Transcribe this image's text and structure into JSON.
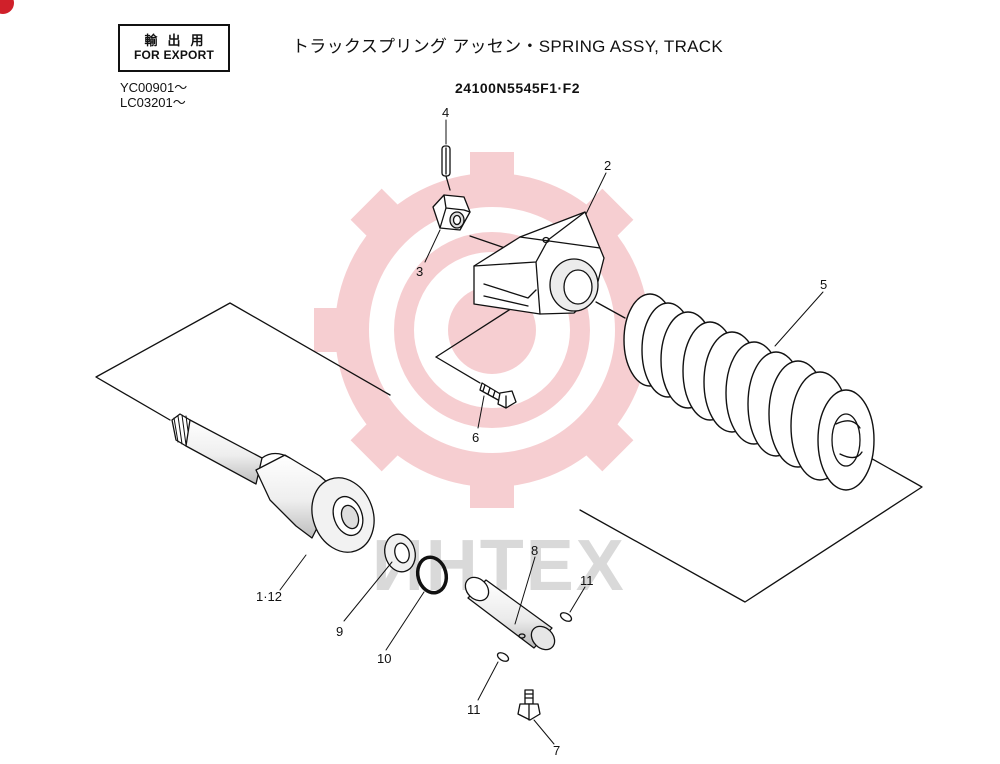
{
  "header": {
    "export_label_jp": "輸出用",
    "export_label_en": "FOR EXPORT",
    "serials": [
      "YC00901〜",
      "LC03201〜"
    ],
    "title": "トラックスプリング アッセン・SPRING ASSY, TRACK",
    "part_number": "24100N5545F1·F2"
  },
  "watermark": {
    "text": "ИНТЕХ",
    "gear_color": "#f4c3c6",
    "text_color": "#d9d9d9"
  },
  "callouts": {
    "c4": "4",
    "c2": "2",
    "c3": "3",
    "c5": "5",
    "c6": "6",
    "c1_12": "1·12",
    "c9": "9",
    "c10": "10",
    "c8": "8",
    "c11a": "11",
    "c11b": "11",
    "c7": "7"
  },
  "colors": {
    "line": "#111111",
    "corner_mark": "#d0202a"
  }
}
